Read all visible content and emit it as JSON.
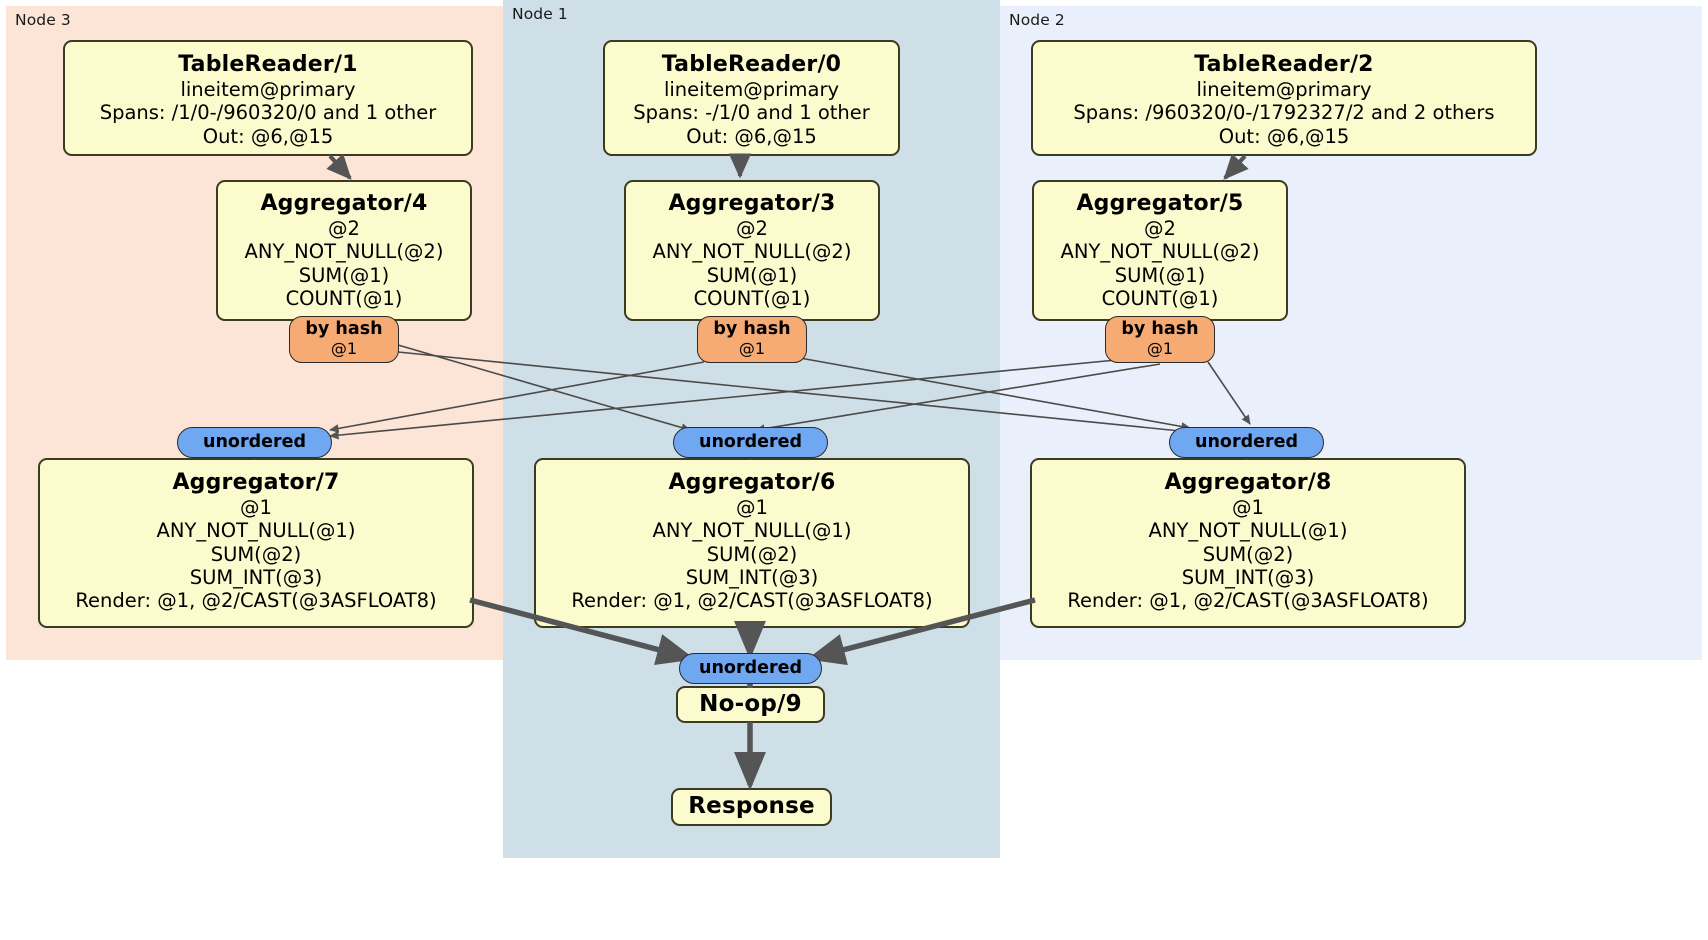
{
  "regions": [
    {
      "id": "node3",
      "label": "Node 3",
      "color": "#fce4d6"
    },
    {
      "id": "node1",
      "label": "Node 1",
      "color": "#cfdfe8"
    },
    {
      "id": "node2",
      "label": "Node 2",
      "color": "#eaf0fb"
    }
  ],
  "nodes": {
    "tablereader1": {
      "title": "TableReader/1",
      "lines": [
        "lineitem@primary",
        "Spans: /1/0-/960320/0 and 1 other",
        "Out: @6,@15"
      ]
    },
    "tablereader0": {
      "title": "TableReader/0",
      "lines": [
        "lineitem@primary",
        "Spans: -/1/0 and 1 other",
        "Out: @6,@15"
      ]
    },
    "tablereader2": {
      "title": "TableReader/2",
      "lines": [
        "lineitem@primary",
        "Spans: /960320/0-/1792327/2 and 2 others",
        "Out: @6,@15"
      ]
    },
    "aggregator4": {
      "title": "Aggregator/4",
      "lines": [
        "@2",
        "ANY_NOT_NULL(@2)",
        "SUM(@1)",
        "COUNT(@1)"
      ]
    },
    "aggregator3": {
      "title": "Aggregator/3",
      "lines": [
        "@2",
        "ANY_NOT_NULL(@2)",
        "SUM(@1)",
        "COUNT(@1)"
      ]
    },
    "aggregator5": {
      "title": "Aggregator/5",
      "lines": [
        "@2",
        "ANY_NOT_NULL(@2)",
        "SUM(@1)",
        "COUNT(@1)"
      ]
    },
    "aggregator7": {
      "title": "Aggregator/7",
      "lines": [
        "@1",
        "ANY_NOT_NULL(@1)",
        "SUM(@2)",
        "SUM_INT(@3)",
        "Render: @1, @2/CAST(@3ASFLOAT8)"
      ]
    },
    "aggregator6": {
      "title": "Aggregator/6",
      "lines": [
        "@1",
        "ANY_NOT_NULL(@1)",
        "SUM(@2)",
        "SUM_INT(@3)",
        "Render: @1, @2/CAST(@3ASFLOAT8)"
      ]
    },
    "aggregator8": {
      "title": "Aggregator/8",
      "lines": [
        "@1",
        "ANY_NOT_NULL(@1)",
        "SUM(@2)",
        "SUM_INT(@3)",
        "Render: @1, @2/CAST(@3ASFLOAT8)"
      ]
    },
    "noop9": {
      "title": "No-op/9",
      "lines": []
    },
    "response": {
      "title": "Response",
      "lines": []
    }
  },
  "pills": {
    "hash4": {
      "label": "by hash",
      "sub": "@1",
      "color": "#f7ab74"
    },
    "hash3": {
      "label": "by hash",
      "sub": "@1",
      "color": "#f7ab74"
    },
    "hash5": {
      "label": "by hash",
      "sub": "@1",
      "color": "#f7ab74"
    },
    "unordered_left": {
      "label": "unordered",
      "color": "#6fa8f0"
    },
    "unordered_mid": {
      "label": "unordered",
      "color": "#6fa8f0"
    },
    "unordered_right": {
      "label": "unordered",
      "color": "#6fa8f0"
    },
    "unordered_final": {
      "label": "unordered",
      "color": "#6fa8f0"
    }
  }
}
